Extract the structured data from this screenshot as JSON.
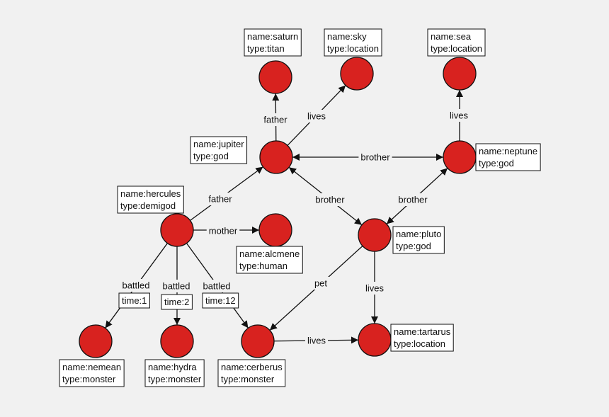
{
  "colors": {
    "background": "#f1f1f1",
    "node_fill": "#d8221f",
    "stroke": "#111111",
    "box_fill": "#ffffff"
  },
  "nodes": [
    {
      "id": "saturn",
      "props": [
        "name:saturn",
        "type:titan"
      ]
    },
    {
      "id": "sky",
      "props": [
        "name:sky",
        "type:location"
      ]
    },
    {
      "id": "sea",
      "props": [
        "name:sea",
        "type:location"
      ]
    },
    {
      "id": "jupiter",
      "props": [
        "name:jupiter",
        "type:god"
      ]
    },
    {
      "id": "neptune",
      "props": [
        "name:neptune",
        "type:god"
      ]
    },
    {
      "id": "hercules",
      "props": [
        "name:hercules",
        "type:demigod"
      ]
    },
    {
      "id": "alcmene",
      "props": [
        "name:alcmene",
        "type:human"
      ]
    },
    {
      "id": "pluto",
      "props": [
        "name:pluto",
        "type:god"
      ]
    },
    {
      "id": "nemean",
      "props": [
        "name:nemean",
        "type:monster"
      ]
    },
    {
      "id": "hydra",
      "props": [
        "name:hydra",
        "type:monster"
      ]
    },
    {
      "id": "cerberus",
      "props": [
        "name:cerberus",
        "type:monster"
      ]
    },
    {
      "id": "tartarus",
      "props": [
        "name:tartarus",
        "type:location"
      ]
    }
  ],
  "edges": [
    {
      "id": "jupiter-saturn",
      "from": "jupiter",
      "to": "saturn",
      "label": "father"
    },
    {
      "id": "jupiter-sky",
      "from": "jupiter",
      "to": "sky",
      "label": "lives"
    },
    {
      "id": "neptune-sea",
      "from": "neptune",
      "to": "sea",
      "label": "lives"
    },
    {
      "id": "jupiter-neptune",
      "from": "jupiter",
      "to": "neptune",
      "label": "brother",
      "both": true
    },
    {
      "id": "hercules-jupiter",
      "from": "hercules",
      "to": "jupiter",
      "label": "father"
    },
    {
      "id": "hercules-alcmene",
      "from": "hercules",
      "to": "alcmene",
      "label": "mother"
    },
    {
      "id": "jupiter-pluto",
      "from": "jupiter",
      "to": "pluto",
      "label": "brother",
      "both": true
    },
    {
      "id": "pluto-neptune",
      "from": "pluto",
      "to": "neptune",
      "label": "brother",
      "both": true
    },
    {
      "id": "pluto-cerberus",
      "from": "pluto",
      "to": "cerberus",
      "label": "pet"
    },
    {
      "id": "pluto-tartarus",
      "from": "pluto",
      "to": "tartarus",
      "label": "lives"
    },
    {
      "id": "cerberus-tartarus",
      "from": "cerberus",
      "to": "tartarus",
      "label": "lives"
    },
    {
      "id": "hercules-nemean",
      "from": "hercules",
      "to": "nemean",
      "label": "battled",
      "props": [
        "time:1"
      ]
    },
    {
      "id": "hercules-hydra",
      "from": "hercules",
      "to": "hydra",
      "label": "battled",
      "props": [
        "time:2"
      ]
    },
    {
      "id": "hercules-cerberus",
      "from": "hercules",
      "to": "cerberus",
      "label": "battled",
      "props": [
        "time:12"
      ]
    }
  ]
}
